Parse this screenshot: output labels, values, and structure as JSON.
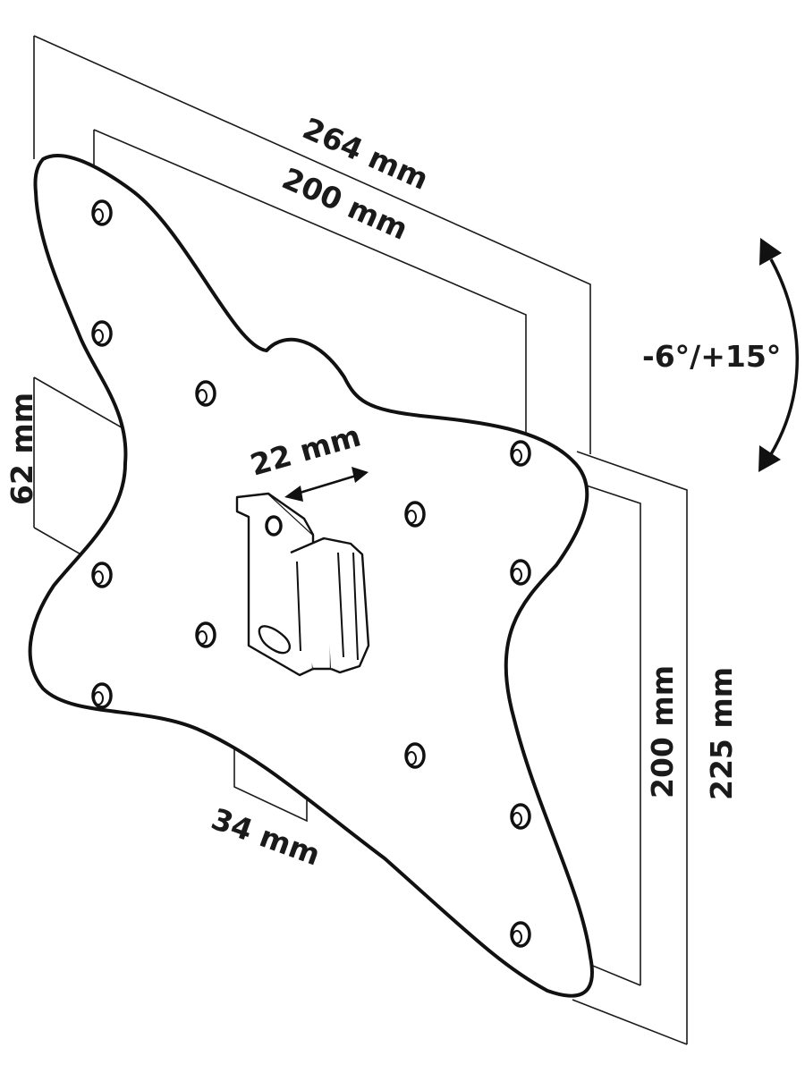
{
  "dimensions": {
    "width_outer": "264 mm",
    "width_inner": "200 mm",
    "height_inner": "200 mm",
    "height_outer": "225 mm",
    "bracket_width": "22 mm",
    "bracket_height": "62 mm",
    "bracket_depth": "34 mm"
  },
  "tilt_range": "-6°/+15°"
}
